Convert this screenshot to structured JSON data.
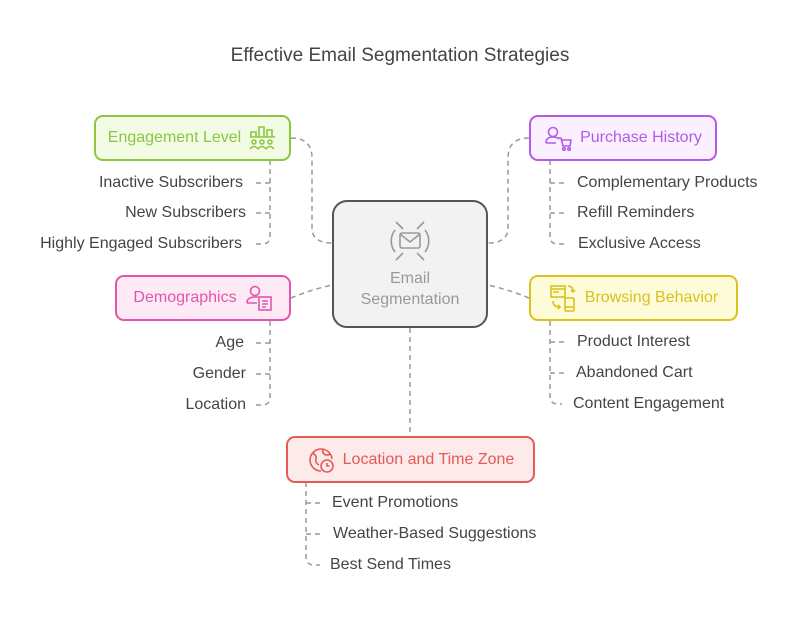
{
  "title": "Effective Email Segmentation Strategies",
  "center": {
    "line1": "Email",
    "line2": "Segmentation",
    "icon": "envelope-target-icon"
  },
  "categories": {
    "engagement": {
      "label": "Engagement Level",
      "icon": "bar-chart-people-icon",
      "color": "#8cc63f",
      "fill": "#f2fbe4",
      "items": [
        "Inactive Subscribers",
        "New Subscribers",
        "Highly Engaged Subscribers"
      ]
    },
    "purchase": {
      "label": "Purchase History",
      "icon": "user-cart-icon",
      "color": "#b45ae8",
      "fill": "#fbf0ff",
      "items": [
        "Complementary Products",
        "Refill Reminders",
        "Exclusive Access"
      ]
    },
    "demographics": {
      "label": "Demographics",
      "icon": "user-document-icon",
      "color": "#e255ad",
      "fill": "#fdeaf5",
      "items": [
        "Age",
        "Gender",
        "Location"
      ]
    },
    "browsing": {
      "label": "Browsing Behavior",
      "icon": "browser-mobile-sync-icon",
      "color": "#d9c21c",
      "fill": "#fefbd9",
      "items": [
        "Product Interest",
        "Abandoned Cart",
        "Content Engagement"
      ]
    },
    "location": {
      "label": "Location and Time Zone",
      "icon": "globe-clock-icon",
      "color": "#e65a57",
      "fill": "#fdeaea",
      "items": [
        "Event Promotions",
        "Weather-Based Suggestions",
        "Best Send Times"
      ]
    }
  }
}
